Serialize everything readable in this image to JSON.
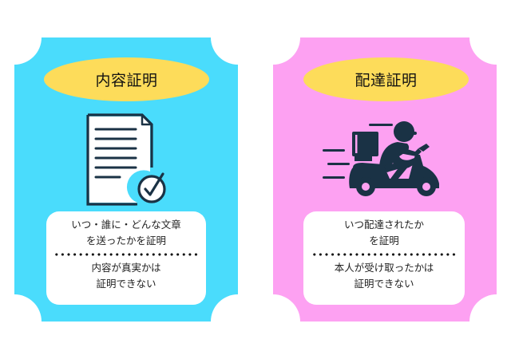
{
  "colors": {
    "left_card_bg": "#4ADCFC",
    "right_card_bg": "#FDA1F2",
    "title_ellipse": "#FDDC5A",
    "icon_dark": "#1A3245",
    "textbox_bg": "#FFFFFF"
  },
  "cards": [
    {
      "title": "内容証明",
      "icon": "document-check-icon",
      "proves": [
        "いつ・誰に・どんな文章",
        "を送ったかを証明"
      ],
      "cannot_prove": [
        "内容が真実かは",
        "証明できない"
      ]
    },
    {
      "title": "配達証明",
      "icon": "delivery-scooter-icon",
      "proves": [
        "いつ配達されたか",
        "を証明"
      ],
      "cannot_prove": [
        "本人が受け取ったかは",
        "証明できない"
      ]
    }
  ]
}
